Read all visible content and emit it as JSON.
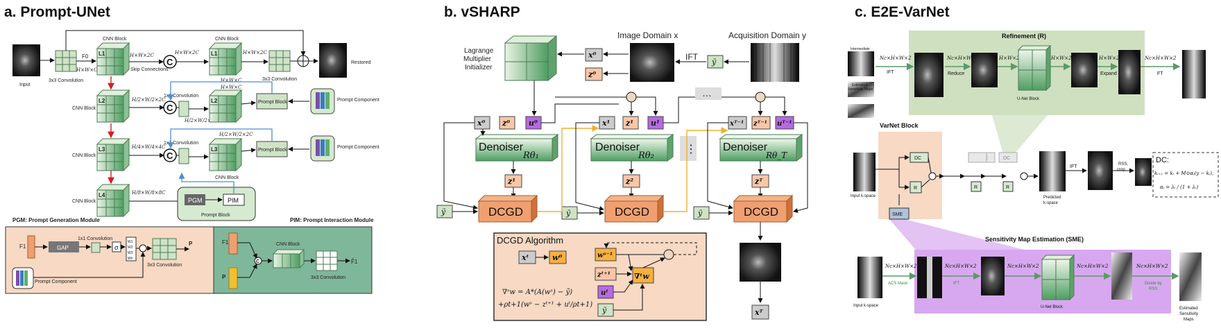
{
  "panel_a": {
    "title": "a. Prompt-UNet",
    "input_label": "Input",
    "restored_label": "Restored",
    "conv3x3": "3x3 Convolution",
    "f0": "F0",
    "hwc": "H×W×C",
    "h2wc": "H×W×2C",
    "skip": "Skip Connections",
    "cnn_block": "CNN Block",
    "l1": "L1",
    "l2": "L2",
    "l3": "L3",
    "l4": "L4",
    "conv1x1": "1x1 Convolution",
    "prompt_block": "Prompt Block",
    "prompt_component": "Prompt Component",
    "pgm": "PGM",
    "pim": "PIM",
    "dim_l2": "H/2×W/2×2C",
    "dim_l3": "H/4×W/4×4C",
    "dim_l4": "H/8×W/8×8C",
    "legend_pgm": "PGM: Prompt Generation Module",
    "legend_pim": "PIM: Prompt Interaction Module",
    "f1": "F1",
    "gap": "GAP",
    "sigma": "σ",
    "w_items": [
      "W1",
      "W2",
      "W3",
      "Wn"
    ],
    "p": "P",
    "f1_hat": "F̂1",
    "prompt_comp2": "Prompt Component"
  },
  "panel_b": {
    "title": "b. vSHARP",
    "lagrange": [
      "Lagrange",
      "Multiplier",
      "Initializer"
    ],
    "image_domain": "Image Domain x",
    "acq_domain": "Acquisition Domain y",
    "ift": "IFT",
    "x0": "x⁰",
    "z0": "z⁰",
    "u0": "u⁰",
    "x1": "x¹",
    "z1": "z¹",
    "u1": "u¹",
    "xT1": "xᵀ⁻¹",
    "zT1": "zᵀ⁻¹",
    "uT1": "uᵀ⁻¹",
    "zT": "zᵀ",
    "xT": "xᵀ",
    "z2": "z²",
    "denoiser": "Denoiser",
    "r1": "Rθ₁",
    "r2": "Rθ₂",
    "rT": "Rθ_T",
    "dcgd": "DCGD",
    "y_tilde": "ỹ",
    "dots": "…",
    "vdots": "⋮",
    "algo_title": "DCGD Algorithm",
    "xt": "xᵗ",
    "w0": "w⁰",
    "ws1": "wˢ⁻¹",
    "zt1": "zᵗ⁺¹",
    "ut": "uᵗ",
    "grad": "∇ᵗw",
    "eq1": "∇ˢw = A*(A(wˢ) − ỹ)",
    "eq2": "+ρt+1(wˢ − zᵗ⁺¹ + uᵗ/ρt+1)"
  },
  "panel_c": {
    "title": "c. E2E-VarNet",
    "refinement": "Refinement (R)",
    "intermediate": "Intermediate",
    "estimated_sens": [
      "Estimated",
      "Sensitivity Maps"
    ],
    "nc_hw2": "Nc×H×W×2",
    "hw2": "H×W×2",
    "ift": "IFT",
    "reduce": "Reduce",
    "expand": "Expand",
    "ft": "FT",
    "unet_block": "U-Net Block",
    "varnet_block": "VarNet Block",
    "dc": "DC",
    "r": "R",
    "sme": "SME",
    "input_kspace": "Input k-space",
    "predicted": [
      "Predicted",
      "k-space"
    ],
    "rss_crop": [
      "RSS,",
      "crop."
    ],
    "dc_title": "DC:",
    "dc_eq1": "kᵢ₊₁ = kᵢ + M⊙αᵢ(y − kᵢ),",
    "dc_eq2": "αᵢ = λᵢ / (1 + λᵢ)",
    "sme_title": "Sensitivity Map Estimation (SME)",
    "acs_mask": "ACS Mask",
    "divide_rss": [
      "Divide by",
      "RSS"
    ],
    "est_sens_maps": [
      "Estimated",
      "Sensitivity",
      "Maps"
    ]
  },
  "colors": {
    "green_fill": "#cfe3c6",
    "green_dark": "#5ea36a",
    "salmon": "#f7d9c4",
    "teal": "#7fb79a",
    "orange": "#f0a070",
    "violet": "#d7a8ef",
    "blue_arrow": "#4c8fd6",
    "red_arrow": "#d02020",
    "yellow_arrow": "#f0b030"
  }
}
